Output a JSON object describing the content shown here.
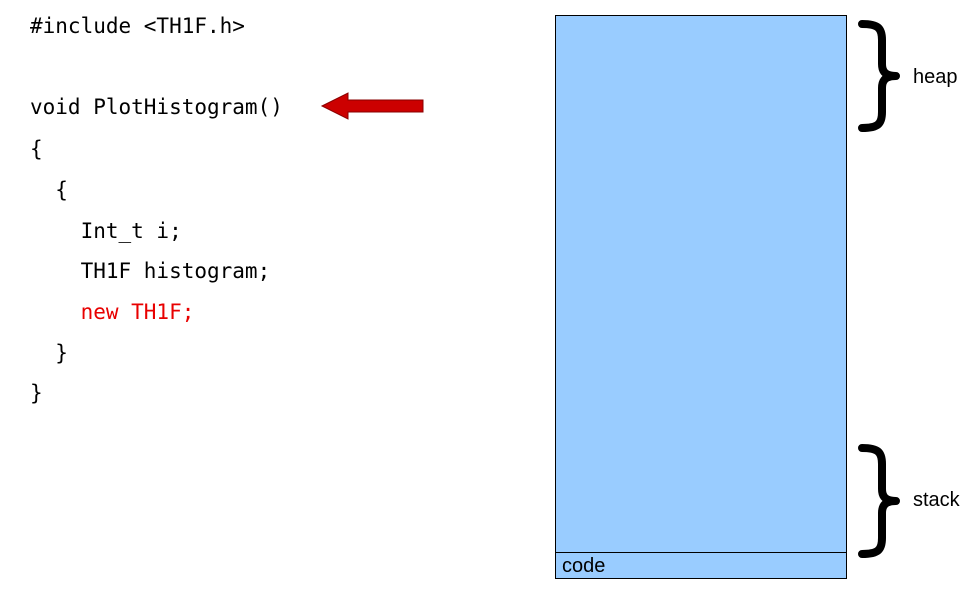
{
  "code": {
    "lines": [
      "#include <TH1F.h>",
      "",
      "void PlotHistogram()",
      "{",
      "  {",
      "    Int_t i;",
      "    TH1F histogram;",
      "    new TH1F;",
      "  }",
      "}"
    ],
    "highlight_color": "#e80000"
  },
  "pointer": {
    "icon": "left-arrow-icon",
    "color": "#cc0000"
  },
  "memory": {
    "fill_color": "#99ccff",
    "segments": {
      "code": "code",
      "heap": "heap",
      "stack": "stack"
    }
  }
}
